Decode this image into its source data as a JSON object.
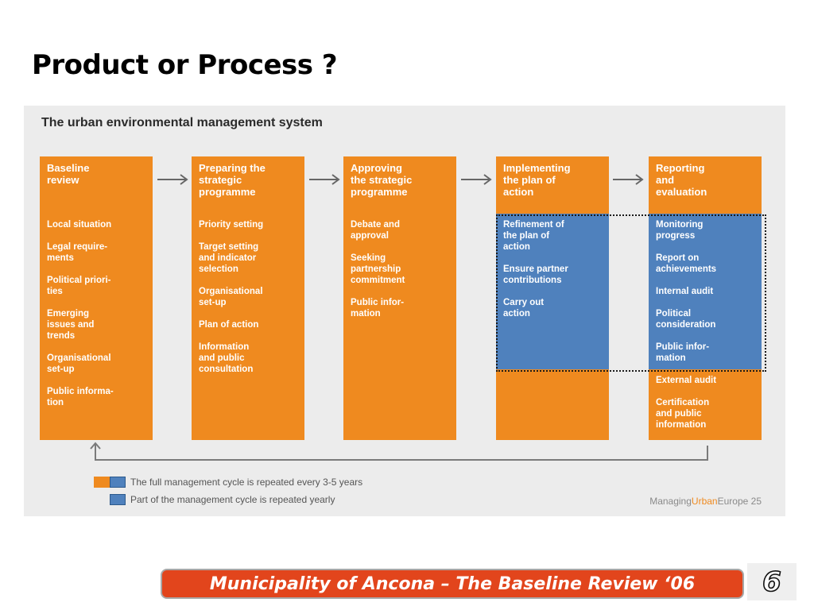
{
  "slide_title": "Product or Process ?",
  "panel_title": "The urban environmental management system",
  "stages": [
    {
      "heading": "Baseline\nreview",
      "items": [
        "Local situation",
        "Legal require-\nments",
        "Political priori-\nties",
        "Emerging\nissues and\ntrends",
        "Organisational\nset-up",
        "Public informa-\ntion"
      ],
      "yearly_items": []
    },
    {
      "heading": "Preparing the\nstrategic\nprogramme",
      "items": [
        "Priority setting",
        "Target setting\nand indicator\nselection",
        "Organisational\nset-up",
        "Plan of action",
        "Information\nand public\nconsultation"
      ],
      "yearly_items": []
    },
    {
      "heading": "Approving\nthe strategic\nprogramme",
      "items": [
        "Debate and\napproval",
        "Seeking\npartnership\ncommitment",
        "Public infor-\nmation"
      ],
      "yearly_items": []
    },
    {
      "heading": "Implementing\nthe plan of\naction",
      "items": [],
      "yearly_items": [
        "Refinement of\nthe plan of\naction",
        "Ensure partner\ncontributions",
        "Carry out\naction"
      ]
    },
    {
      "heading": "Reporting\nand\nevaluation",
      "items": [
        "External audit",
        "Certification\nand public\ninformation"
      ],
      "yearly_items": [
        "Monitoring\nprogress",
        "Report on\nachievements",
        "Internal audit",
        "Political\nconsideration",
        "Public infor-\nmation"
      ]
    }
  ],
  "legend": {
    "full_cycle": "The full management cycle is repeated every 3-5 years",
    "yearly": "Part of the management cycle is repeated yearly"
  },
  "brand": {
    "prefix": "Managing",
    "accent": "Urban",
    "suffix": "Europe 25"
  },
  "colors": {
    "orange": "#ef8a1f",
    "blue": "#4f81bd",
    "footer": "#e2451c",
    "panel": "#ececec"
  },
  "footer_text": "Municipality of Ancona – The Baseline Review ‘06",
  "page_number": "6"
}
